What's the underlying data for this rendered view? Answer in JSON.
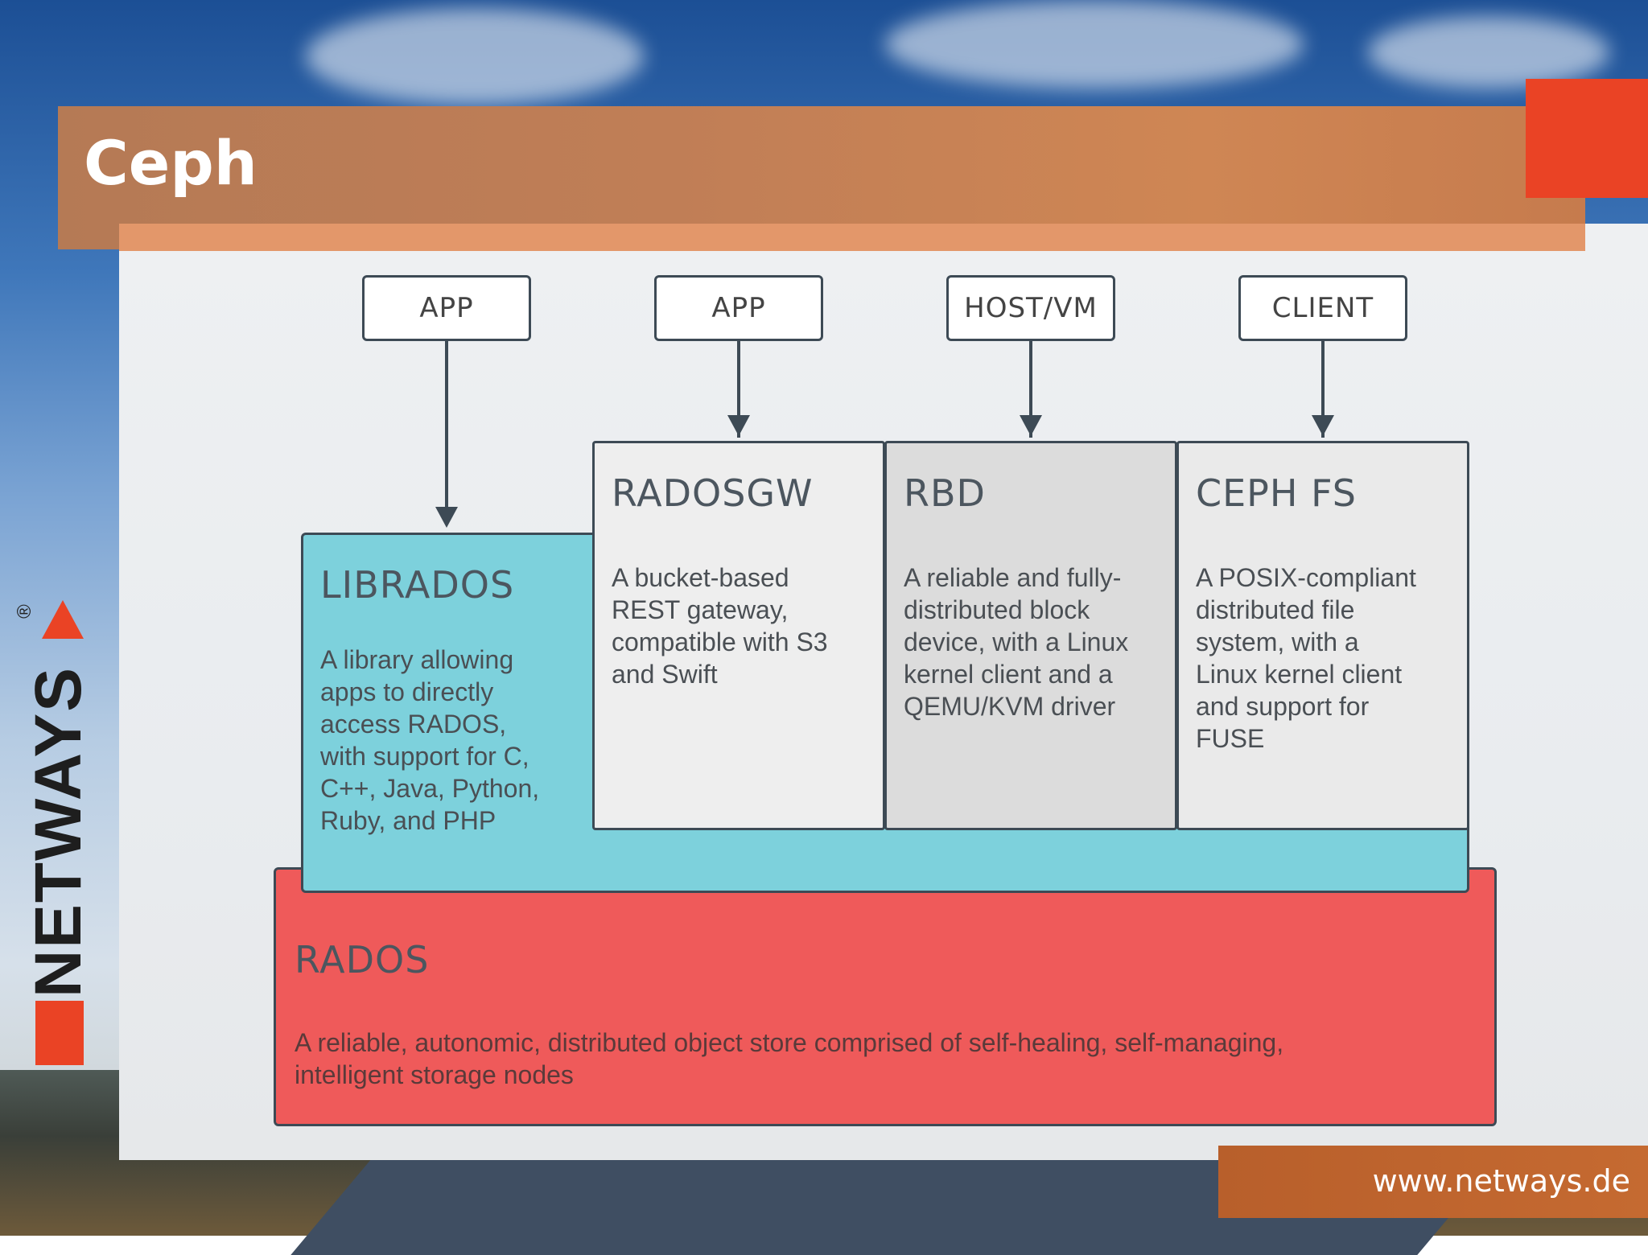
{
  "title": "Ceph",
  "footer": {
    "url": "www.netways.de"
  },
  "brand": {
    "name": "NETWAYS",
    "registered": "®"
  },
  "clients": [
    {
      "label": "APP"
    },
    {
      "label": "APP"
    },
    {
      "label": "HOST/VM"
    },
    {
      "label": "CLIENT"
    }
  ],
  "components": {
    "librados": {
      "title": "LIBRADOS",
      "desc": [
        "A library allowing",
        "apps to directly",
        "access RADOS,",
        "with support for C,",
        "C++, Java, Python,",
        "Ruby, and PHP"
      ]
    },
    "radosgw": {
      "title": "RADOSGW",
      "desc": [
        "A bucket-based",
        "REST gateway,",
        "compatible with S3",
        "and Swift"
      ]
    },
    "rbd": {
      "title": "RBD",
      "desc": [
        "A reliable and fully-",
        "distributed block",
        "device, with a Linux",
        "kernel client and a",
        "QEMU/KVM driver"
      ]
    },
    "cephfs": {
      "title": "CEPH FS",
      "desc": [
        "A POSIX-compliant",
        "distributed file",
        "system, with a",
        "Linux kernel client",
        "and support for",
        "FUSE"
      ]
    },
    "rados": {
      "title": "RADOS",
      "desc": [
        "A reliable, autonomic, distributed object store comprised of self-healing, self-managing,",
        "intelligent storage nodes"
      ]
    }
  },
  "colors": {
    "librados": "#7dd1dc",
    "rados": "#ef5a5a",
    "radosgw": "#eeeeee",
    "rbd": "#dcdcdc",
    "cephfs": "#eaeaea",
    "accent": "#ea4325"
  }
}
